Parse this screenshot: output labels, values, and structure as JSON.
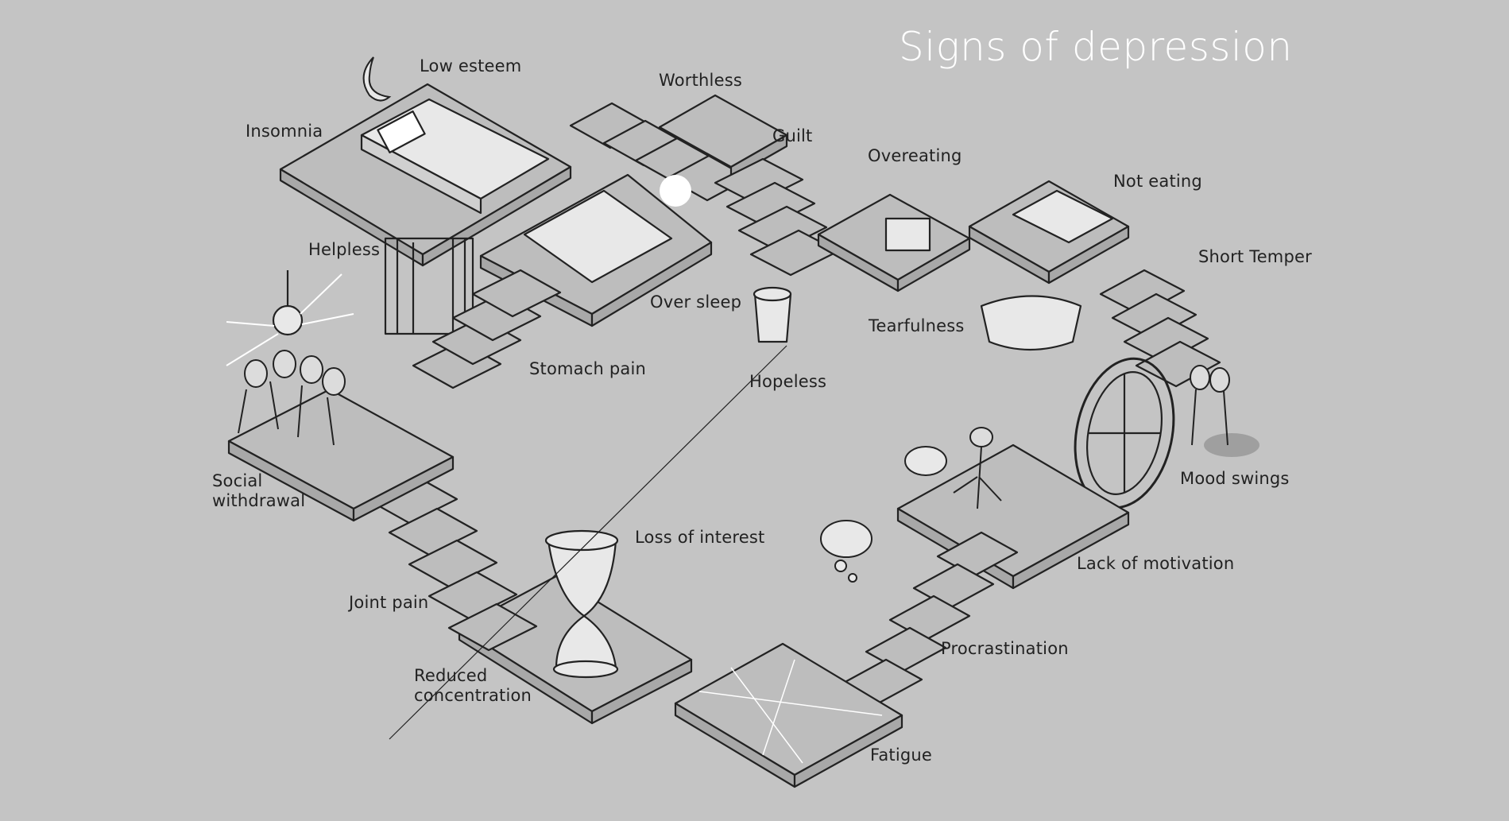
{
  "title": "Signs of depression",
  "colors": {
    "background": "#c4c4c4",
    "title": "#ffffff",
    "ink": "#222222",
    "platform_fill": "#bdbdbd",
    "platform_side": "#a8a8a8",
    "shadow": "#9f9f9f"
  },
  "labels": {
    "low_esteem": "Low esteem",
    "worthless": "Worthless",
    "insomnia": "Insomnia",
    "guilt": "Guilt",
    "overeating": "Overeating",
    "not_eating": "Not eating",
    "helpless": "Helpless",
    "short_temper": "Short Temper",
    "over_sleep": "Over sleep",
    "tearfulness": "Tearfulness",
    "stomach_pain": "Stomach pain",
    "hopeless": "Hopeless",
    "social_withdrawal_1": "Social",
    "social_withdrawal_2": "withdrawal",
    "mood_swings": "Mood swings",
    "loss_of_interest": "Loss of interest",
    "lack_of_motivation": "Lack of motivation",
    "joint_pain": "Joint pain",
    "procrastination": "Procrastination",
    "reduced_concentration_1": "Reduced",
    "reduced_concentration_2": "concentration",
    "fatigue": "Fatigue"
  }
}
